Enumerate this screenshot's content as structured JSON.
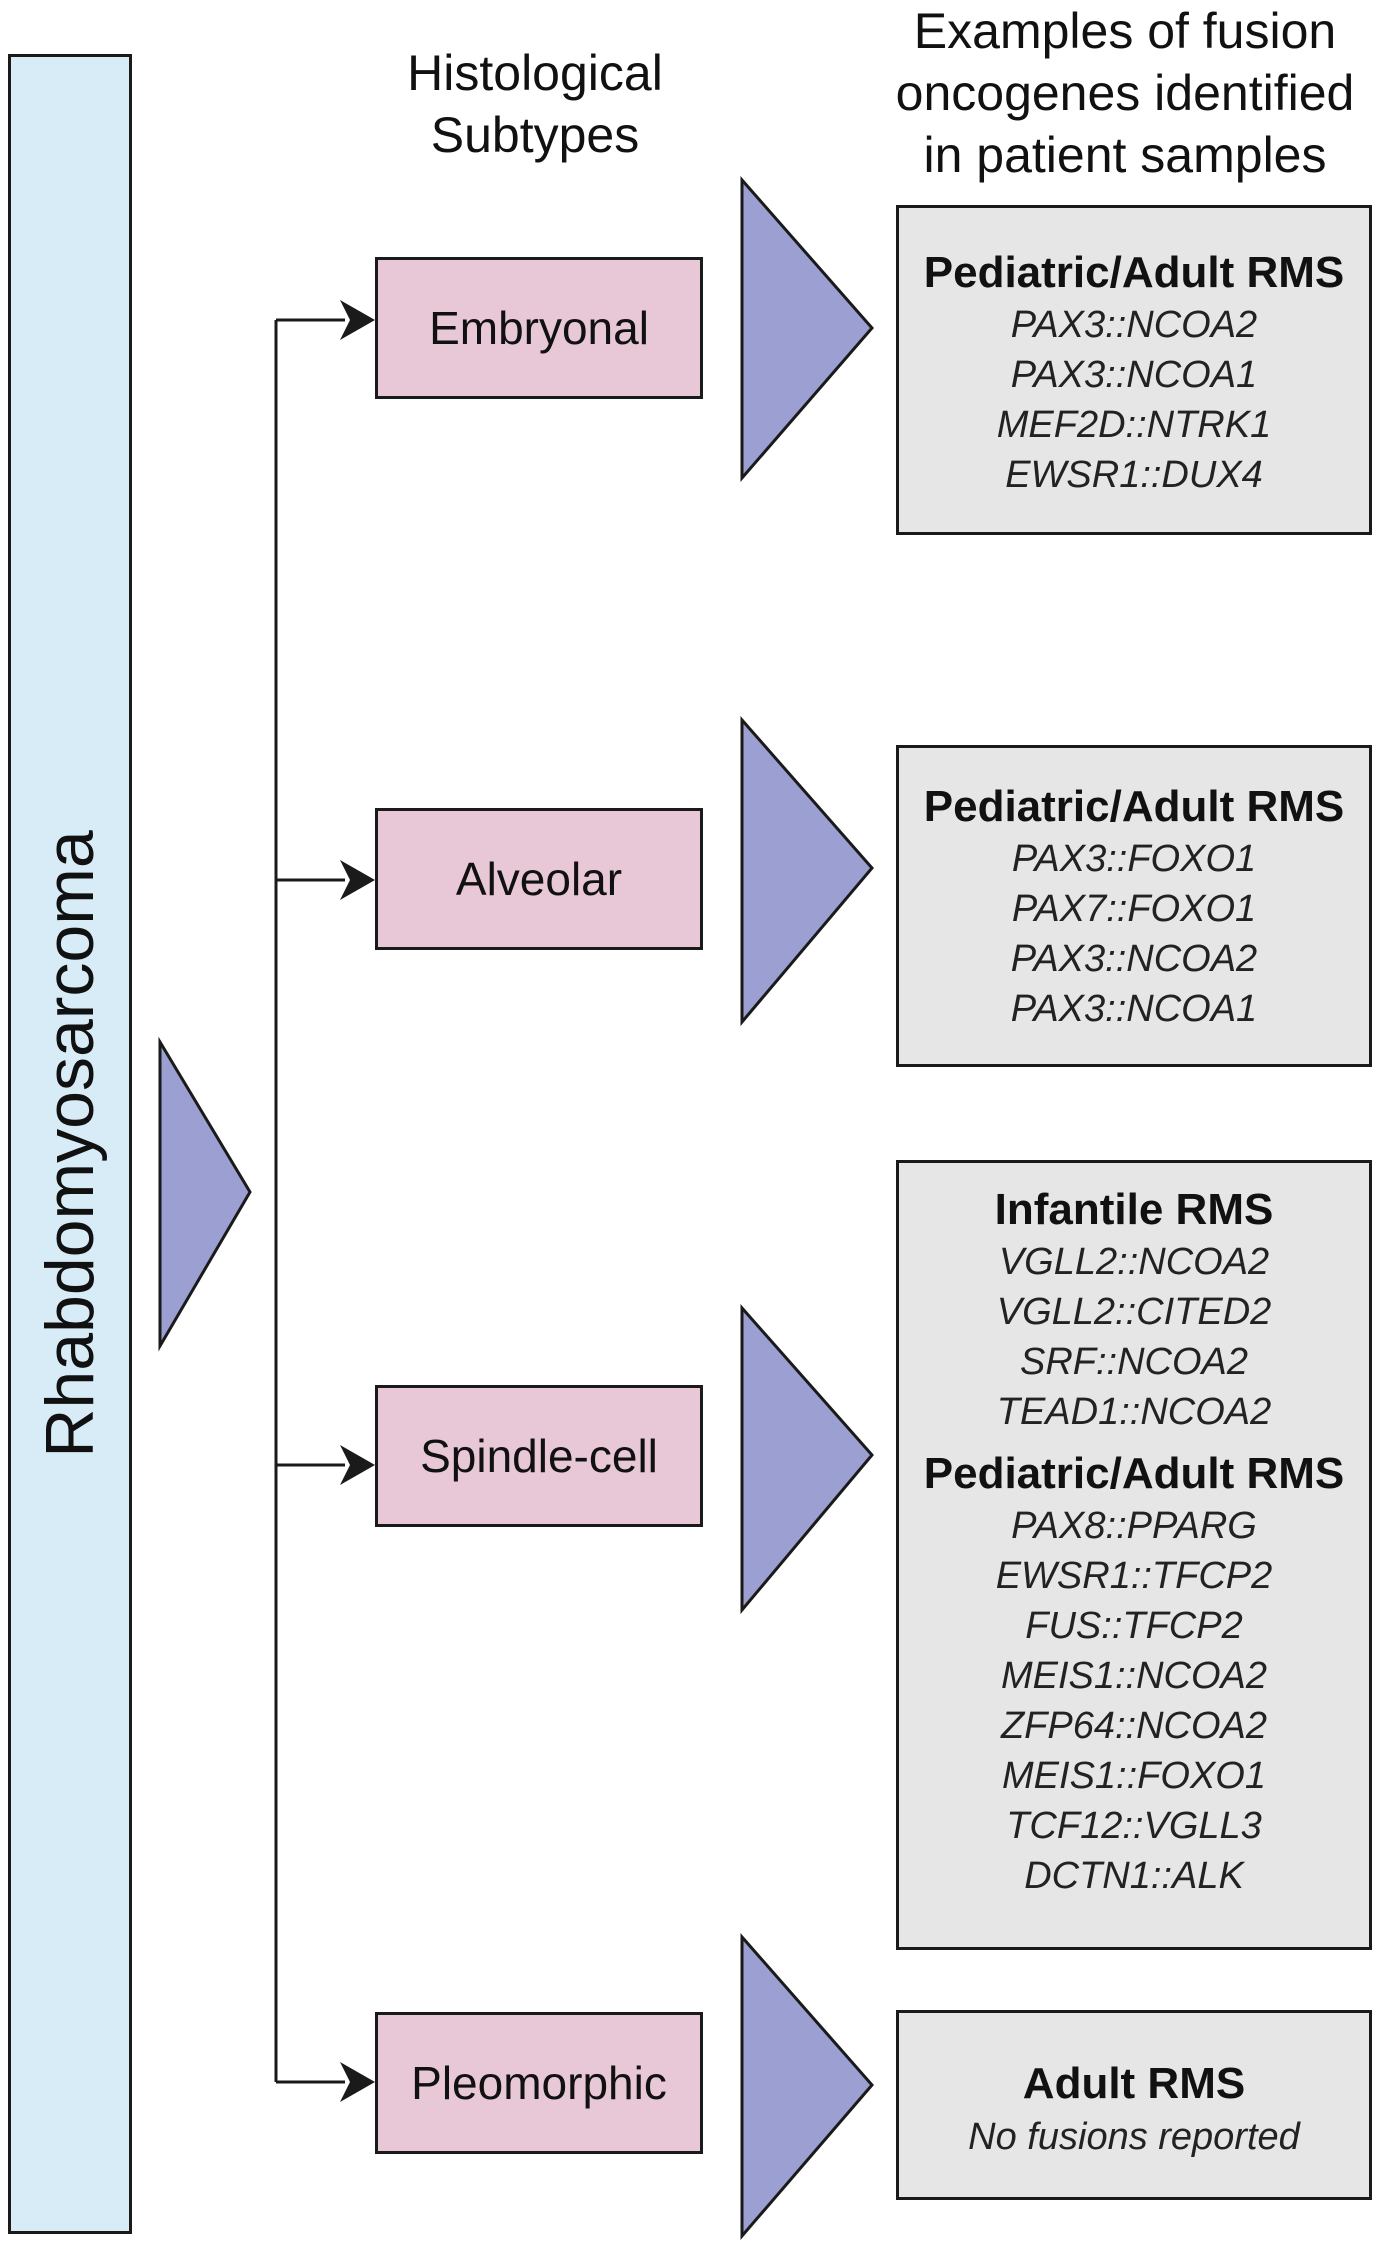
{
  "root_label": "Rhabdomyosarcoma",
  "headers": {
    "subtypes": "Histological Subtypes",
    "fusions": "Examples of fusion oncogenes identified in patient samples"
  },
  "subtypes": [
    {
      "label": "Embryonal"
    },
    {
      "label": "Alveolar"
    },
    {
      "label": "Spindle-cell"
    },
    {
      "label": "Pleomorphic"
    }
  ],
  "fusion_panels": [
    {
      "groups": [
        {
          "title": "Pediatric/Adult RMS",
          "genes": [
            "PAX3::NCOA2",
            "PAX3::NCOA1",
            "MEF2D::NTRK1",
            "EWSR1::DUX4"
          ]
        }
      ]
    },
    {
      "groups": [
        {
          "title": "Pediatric/Adult RMS",
          "genes": [
            "PAX3::FOXO1",
            "PAX7::FOXO1",
            "PAX3::NCOA2",
            "PAX3::NCOA1"
          ]
        }
      ]
    },
    {
      "groups": [
        {
          "title": "Infantile RMS",
          "genes": [
            "VGLL2::NCOA2",
            "VGLL2::CITED2",
            "SRF::NCOA2",
            "TEAD1::NCOA2"
          ]
        },
        {
          "title": "Pediatric/Adult RMS",
          "genes": [
            "PAX8::PPARG",
            "EWSR1::TFCP2",
            "FUS::TFCP2",
            "MEIS1::NCOA2",
            "ZFP64::NCOA2",
            "MEIS1::FOXO1",
            "TCF12::VGLL3",
            "DCTN1::ALK"
          ]
        }
      ]
    },
    {
      "groups": [
        {
          "title": "Adult RMS",
          "note": "No fusions reported"
        }
      ]
    }
  ],
  "colors": {
    "root_fill": "#d8ecf8",
    "subtype_fill": "#e8c8d6",
    "fusion_fill": "#e6e6e7",
    "triangle_fill": "#9b9fd1",
    "outline": "#1a1a1a"
  }
}
